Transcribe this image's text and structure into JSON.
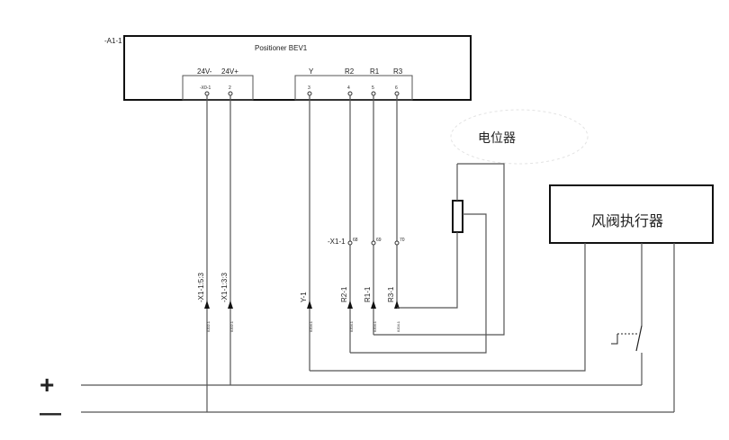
{
  "module": {
    "ref": "-A1-1",
    "title": "Positioner BEV1",
    "pins": [
      {
        "name": "24V-",
        "number": "-X0-1"
      },
      {
        "name": "24V+",
        "number": "2"
      },
      {
        "name": "Y",
        "number": "3"
      },
      {
        "name": "R2",
        "number": "4"
      },
      {
        "name": "R1",
        "number": "5"
      },
      {
        "name": "R3",
        "number": "6"
      }
    ]
  },
  "terminal_strip": {
    "ref": "-X1-1",
    "numbers": [
      "68",
      "69",
      "70"
    ]
  },
  "wire_labels": [
    "-X1-1:5:3",
    "-X1-1:3:3",
    "Y-1",
    "R2-1",
    "R1-1",
    "R3-1"
  ],
  "wire_refs": [
    "/IJ02.1",
    "/IJ02.1",
    "/IJ04.1",
    "/IJ04.1",
    "/IJ04.1",
    "/IJ04.1"
  ],
  "potentiometer": {
    "label": "电位器"
  },
  "actuator": {
    "label": "风阀执行器"
  },
  "supply": {
    "plus": "+",
    "minus": "—"
  }
}
